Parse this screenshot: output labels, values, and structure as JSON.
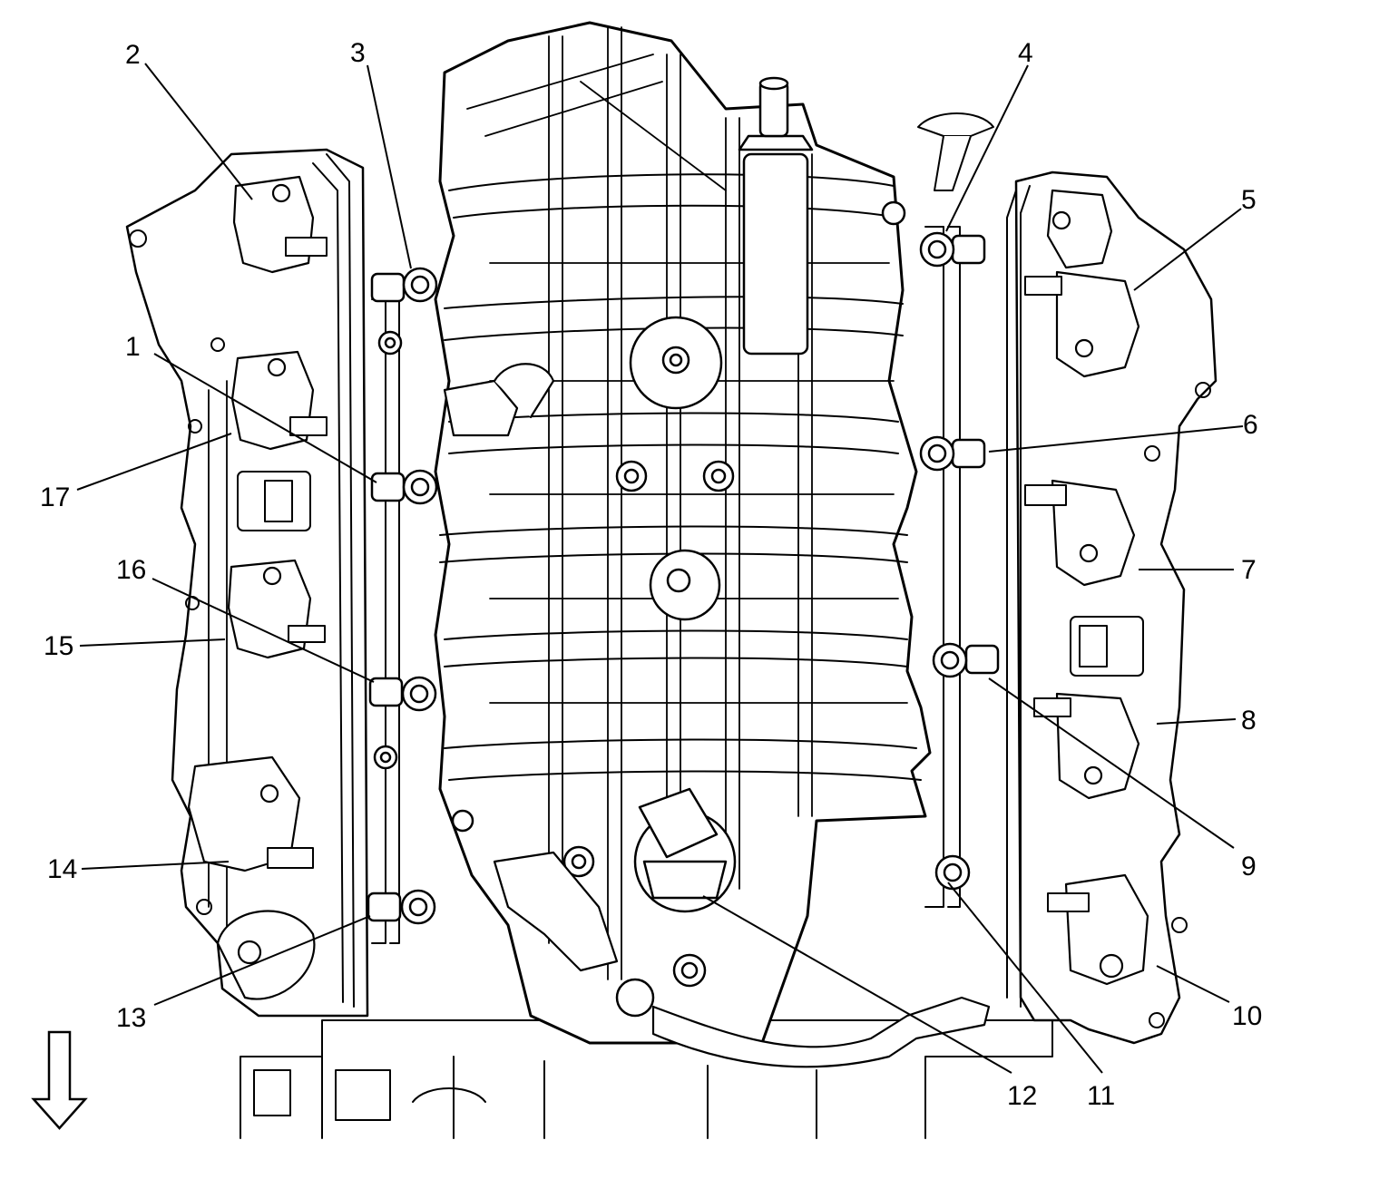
{
  "callouts": [
    {
      "id": "1",
      "text": "1"
    },
    {
      "id": "2",
      "text": "2"
    },
    {
      "id": "3",
      "text": "3"
    },
    {
      "id": "4",
      "text": "4"
    },
    {
      "id": "5",
      "text": "5"
    },
    {
      "id": "6",
      "text": "6"
    },
    {
      "id": "7",
      "text": "7"
    },
    {
      "id": "8",
      "text": "8"
    },
    {
      "id": "9",
      "text": "9"
    },
    {
      "id": "10",
      "text": "10"
    },
    {
      "id": "11",
      "text": "11"
    },
    {
      "id": "12",
      "text": "12"
    },
    {
      "id": "13",
      "text": "13"
    },
    {
      "id": "14",
      "text": "14"
    },
    {
      "id": "15",
      "text": "15"
    },
    {
      "id": "16",
      "text": "16"
    },
    {
      "id": "17",
      "text": "17"
    }
  ],
  "colors": {
    "line": "#000000",
    "background": "#ffffff"
  },
  "icons": {
    "direction": "down-arrow-icon"
  }
}
